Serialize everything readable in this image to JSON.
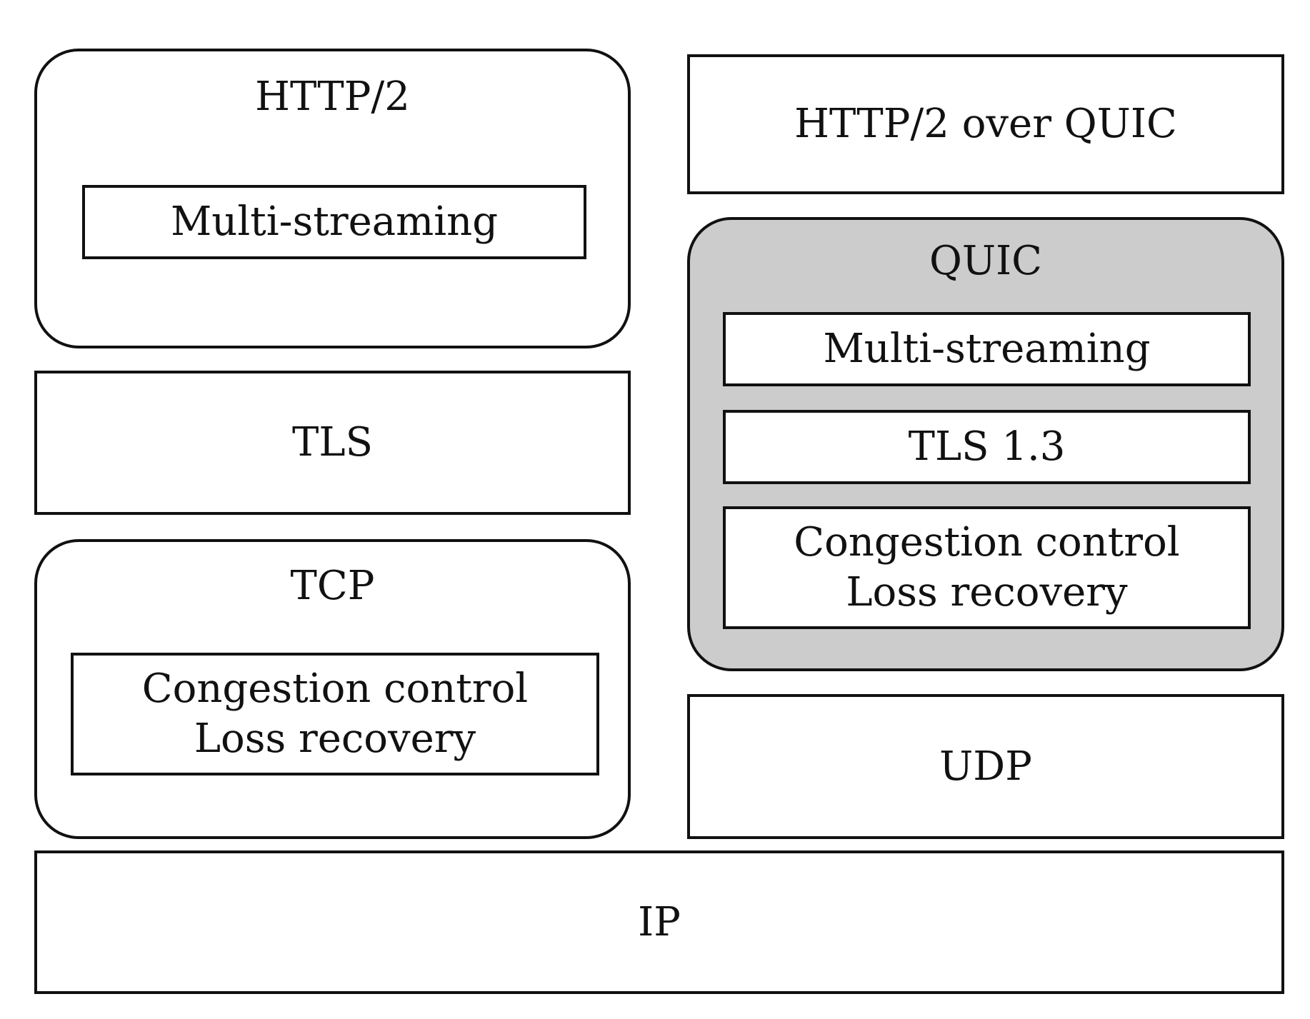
{
  "left_stack": {
    "http2": {
      "title": "HTTP/2",
      "inner": "Multi-streaming"
    },
    "tls": "TLS",
    "tcp": {
      "title": "TCP",
      "inner_line1": "Congestion control",
      "inner_line2": "Loss recovery"
    }
  },
  "right_stack": {
    "http2_over_quic": "HTTP/2 over QUIC",
    "quic": {
      "title": "QUIC",
      "multistreaming": "Multi-streaming",
      "tls13": "TLS 1.3",
      "cc_line1": "Congestion control",
      "cc_line2": "Loss recovery"
    },
    "udp": "UDP"
  },
  "ip": "IP",
  "colors": {
    "stroke": "#111111",
    "quic_fill": "#cccccc",
    "background": "#ffffff"
  }
}
